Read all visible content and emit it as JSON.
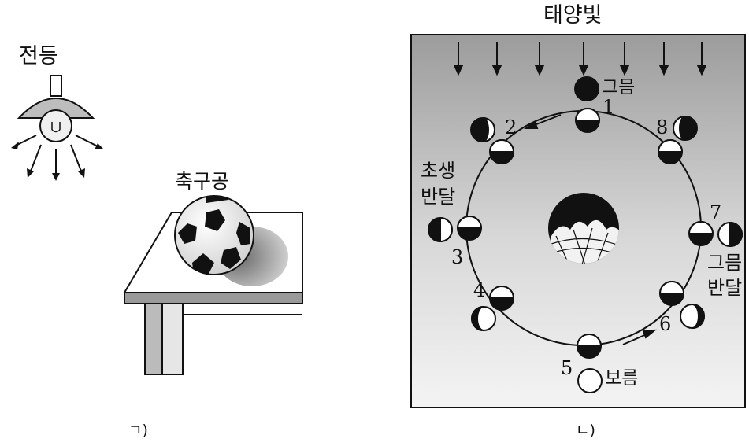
{
  "left_panel": {
    "lamp_label": "전등",
    "ball_label": "축구공",
    "caption": "ㄱ)"
  },
  "right_panel": {
    "sunlight_label": "태양빛",
    "caption": "ㄴ)",
    "phase_labels": {
      "new_moon": "그믐",
      "first_quarter": "초생반달",
      "first_quarter_line1": "초생",
      "first_quarter_line2": "반달",
      "full_moon": "보름",
      "last_quarter": "그믐반달",
      "last_quarter_line1": "그믐",
      "last_quarter_line2": "반달"
    },
    "positions": [
      "1",
      "2",
      "3",
      "4",
      "5",
      "6",
      "7",
      "8"
    ]
  }
}
